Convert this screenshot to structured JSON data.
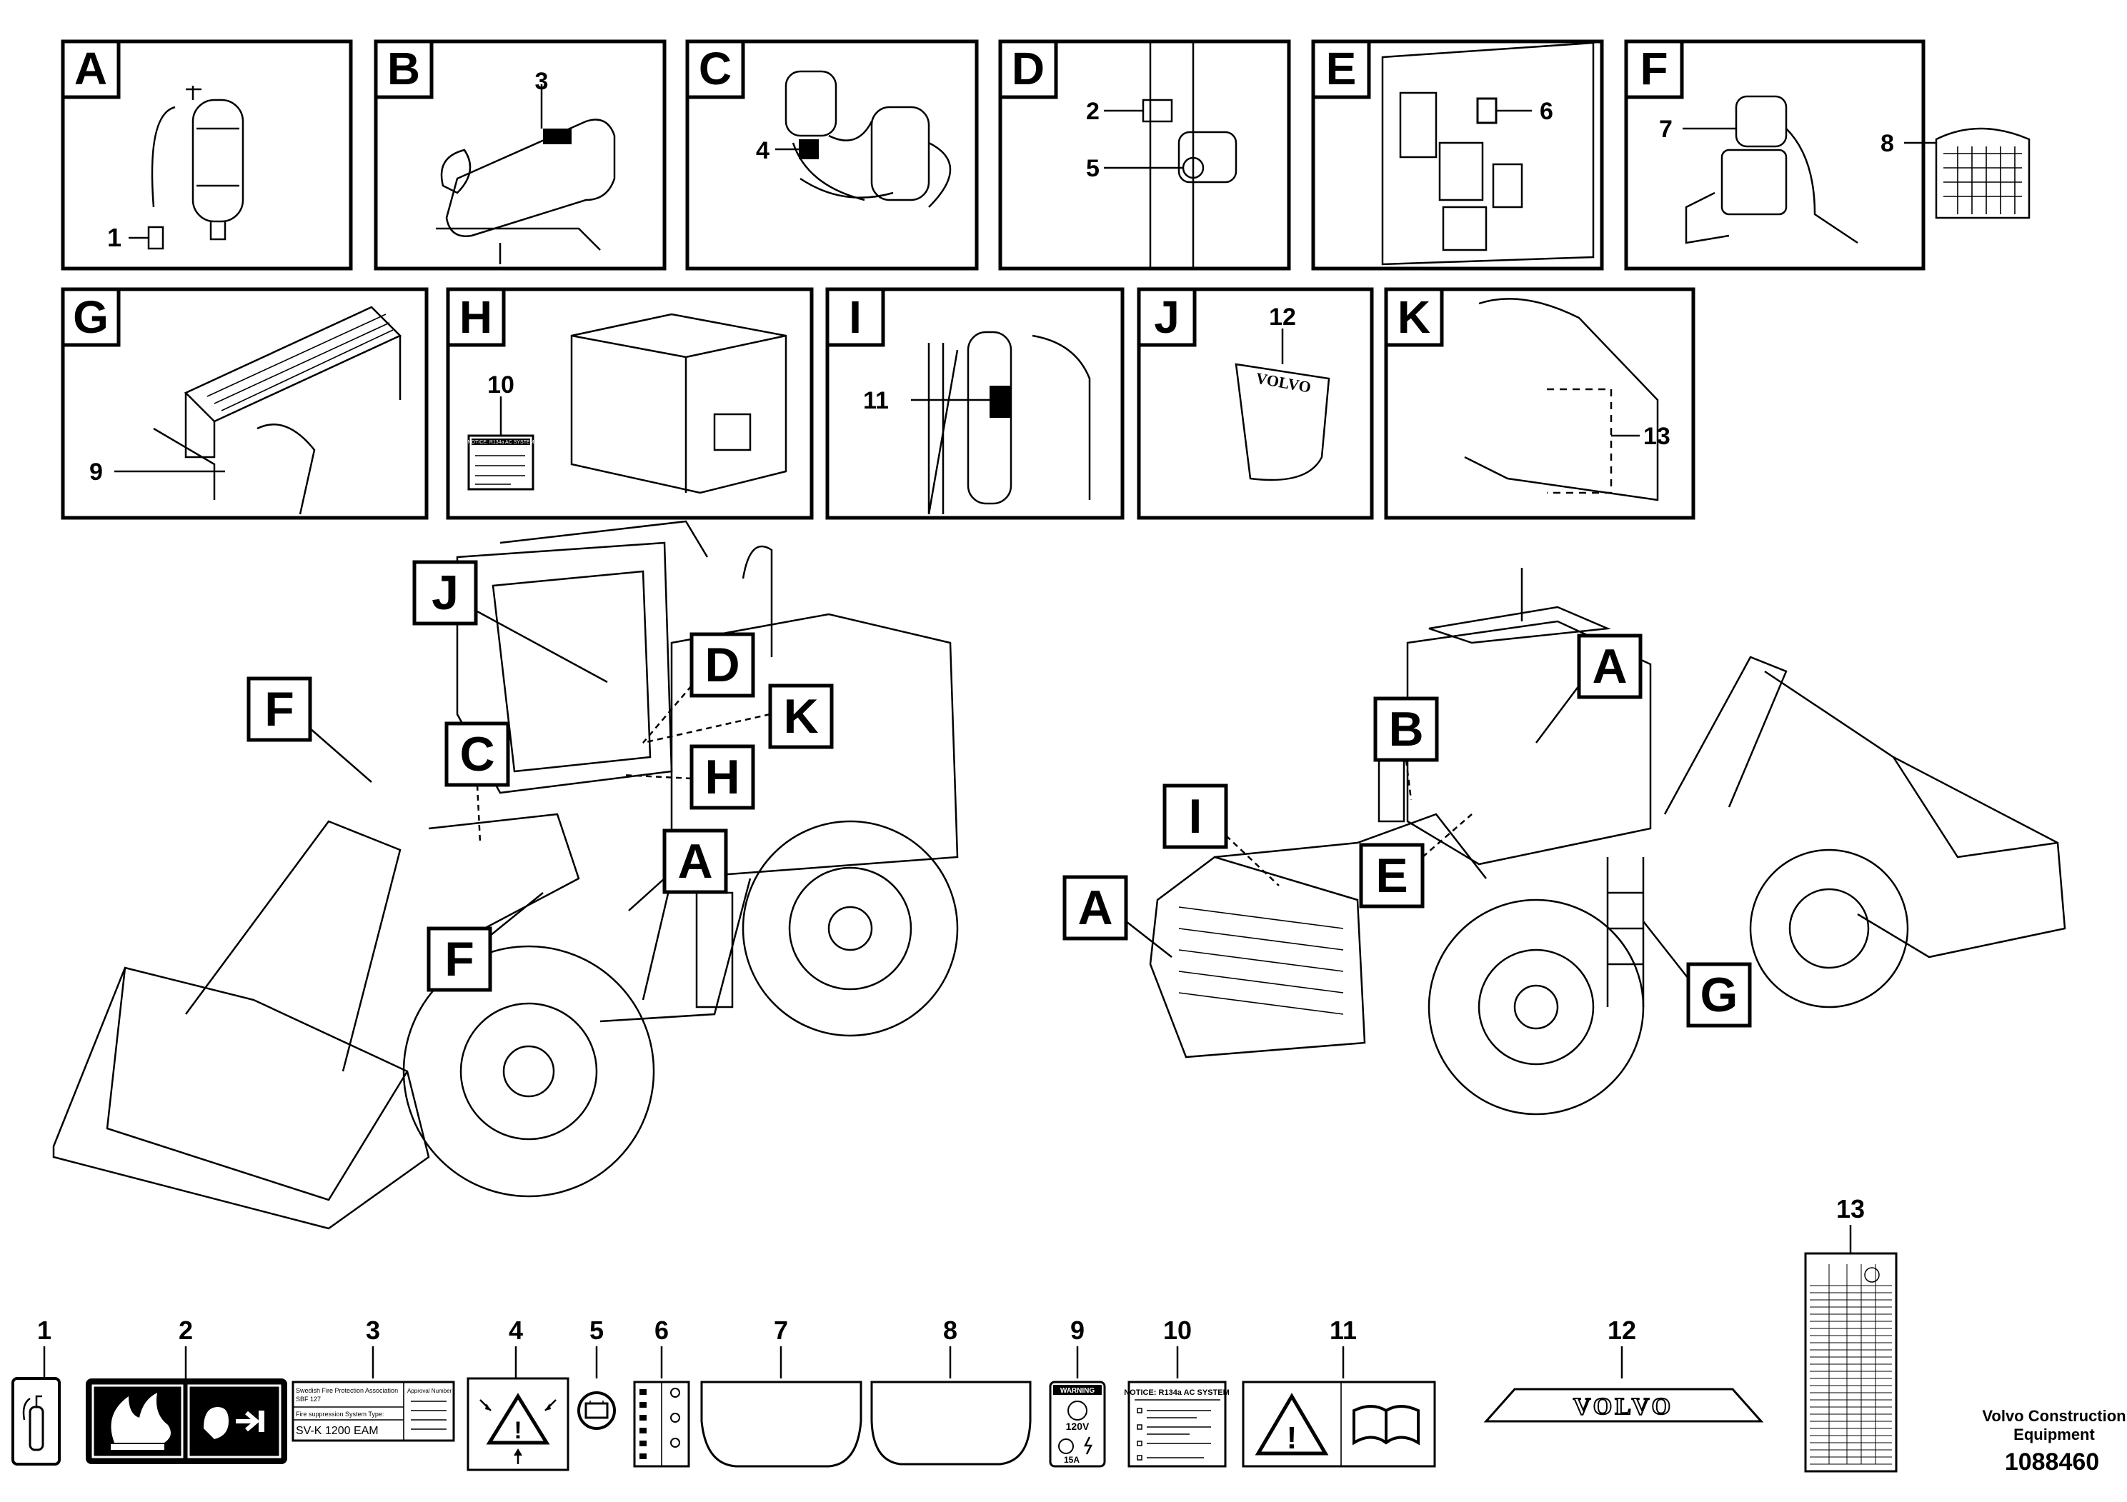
{
  "detail_panels": [
    {
      "letter": "A",
      "items": [
        "1"
      ]
    },
    {
      "letter": "B",
      "items": [
        "3"
      ]
    },
    {
      "letter": "C",
      "items": [
        "4"
      ]
    },
    {
      "letter": "D",
      "items": [
        "2",
        "5"
      ]
    },
    {
      "letter": "E",
      "items": [
        "6"
      ]
    },
    {
      "letter": "F",
      "items": [
        "7",
        "8"
      ]
    },
    {
      "letter": "G",
      "items": [
        "9"
      ]
    },
    {
      "letter": "H",
      "items": [
        "10"
      ]
    },
    {
      "letter": "I",
      "items": [
        "11"
      ]
    },
    {
      "letter": "J",
      "items": [
        "12"
      ]
    },
    {
      "letter": "K",
      "items": [
        "13"
      ]
    }
  ],
  "front_view_callouts": [
    "J",
    "D",
    "K",
    "H",
    "F",
    "C",
    "A",
    "F"
  ],
  "rear_view_callouts": [
    "A",
    "B",
    "I",
    "E",
    "A",
    "G"
  ],
  "decal_row": [
    "1",
    "2",
    "3",
    "4",
    "5",
    "6",
    "7",
    "8",
    "9",
    "10",
    "11",
    "12",
    "13"
  ],
  "decal3": {
    "line1": "Swedish Fire Protection Association",
    "line2": "SBF 127",
    "line3": "Fire suppression System Type:",
    "model": "SV-K 1200 EAM",
    "approval_label": "Approval Number"
  },
  "decal9": {
    "warning": "WARNING",
    "voltage": "120V",
    "amps": "15A"
  },
  "decal10": {
    "title": "NOTICE: R134a AC SYSTEM"
  },
  "decal12": {
    "brand": "VOLVO"
  },
  "panel_j_logo": "VOLVO",
  "panel_h_label": "NOTICE: R134a AC SYSTEM",
  "footer": {
    "company_line1": "Volvo Construction",
    "company_line2": "Equipment",
    "doc_number": "1088460"
  }
}
